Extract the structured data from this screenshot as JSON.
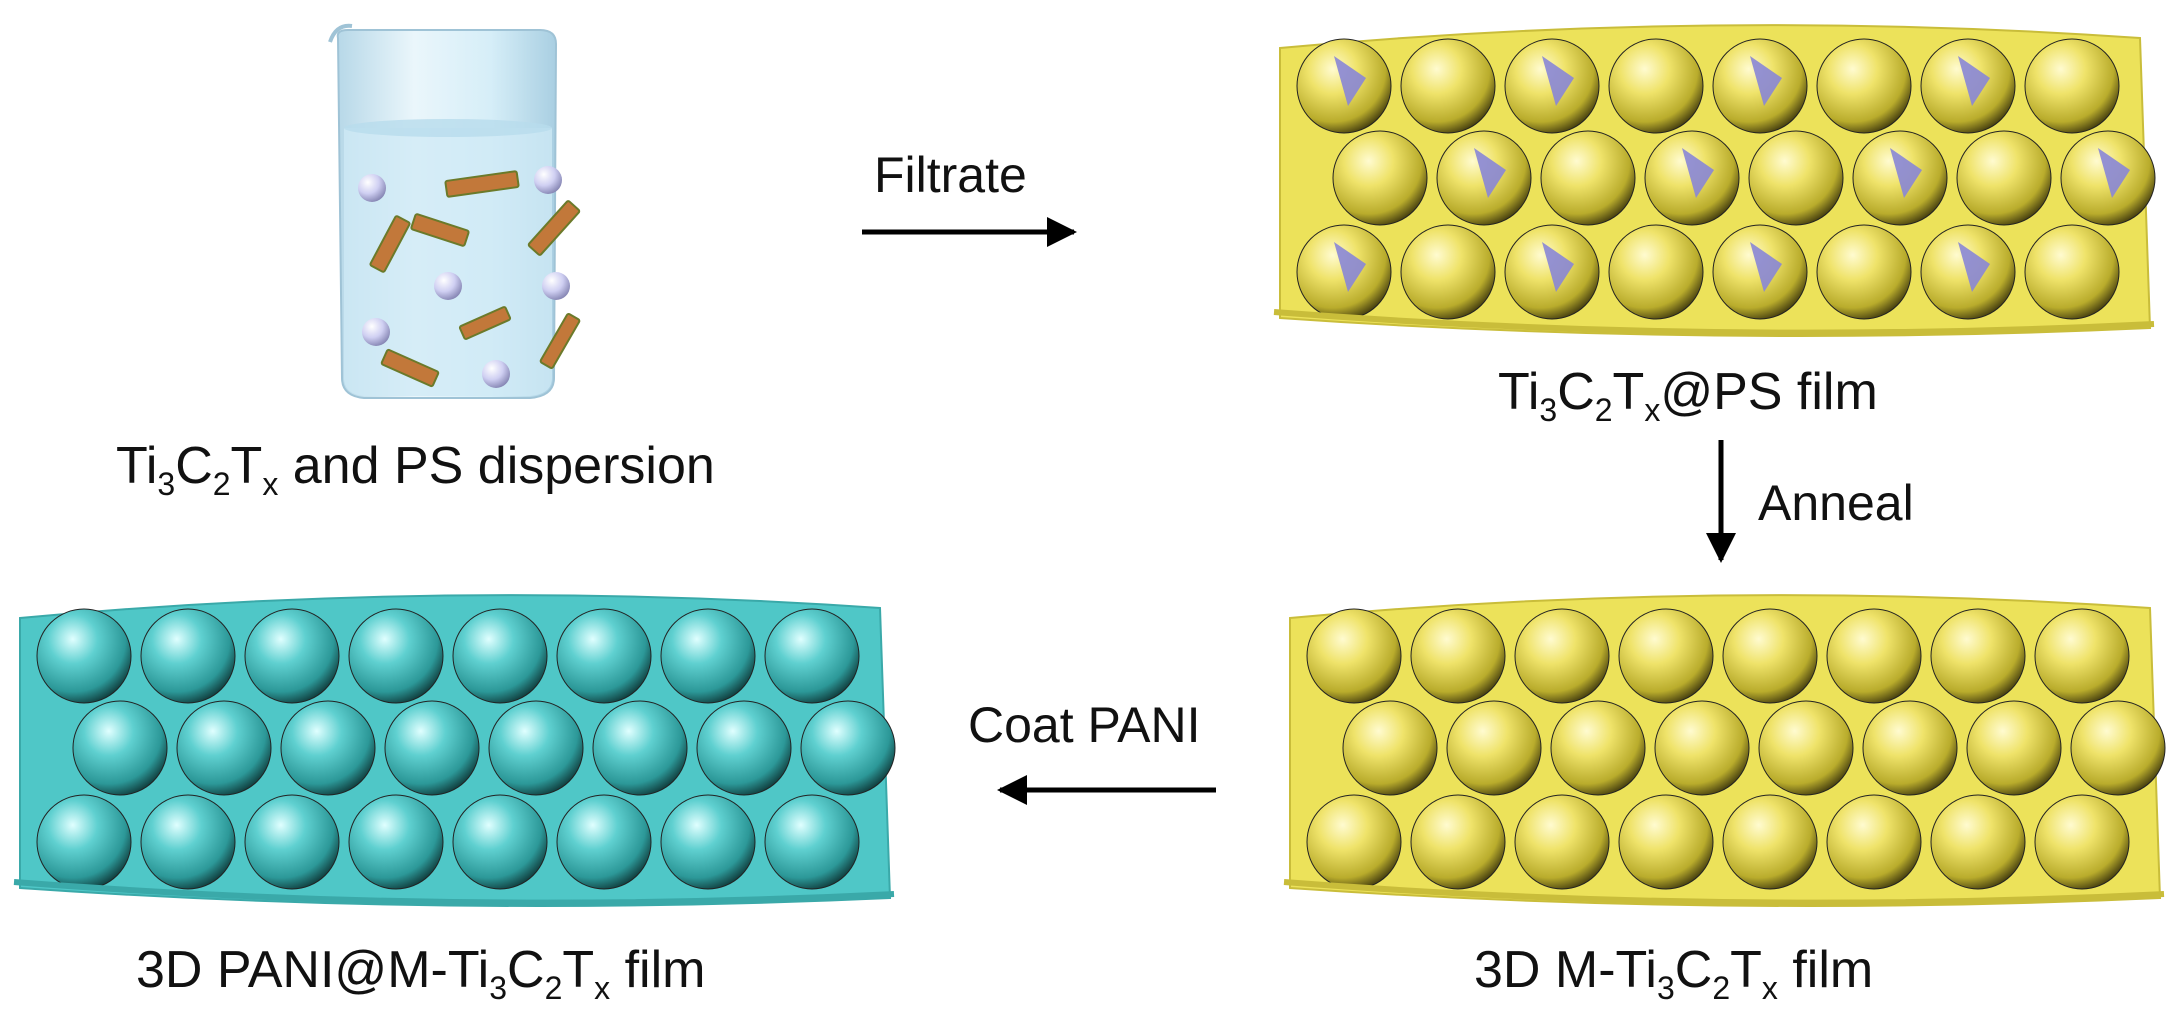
{
  "steps": {
    "filtrate": "Filtrate",
    "anneal": "Anneal",
    "coat": "Coat PANI"
  },
  "labels": {
    "dispersion": {
      "a": "Ti",
      "s1": "3",
      "b": "C",
      "s2": "2",
      "c": "T",
      "s3": "x",
      "d": " and PS dispersion"
    },
    "ps_film": {
      "a": "Ti",
      "s1": "3",
      "b": "C",
      "s2": "2",
      "c": "T",
      "s3": "x",
      "d": "@PS film"
    },
    "m_film": {
      "pre": "3D  M-Ti",
      "s1": "3",
      "b": "C",
      "s2": "2",
      "c": "T",
      "s3": "x",
      "d": " film"
    },
    "pani_film": {
      "pre": "3D PANI@M-Ti",
      "s1": "3",
      "b": "C",
      "s2": "2",
      "c": "T",
      "s3": "x",
      "d": " film"
    }
  },
  "colors": {
    "sphere_yellow": "#ece25a",
    "sphere_cyan": "#4fc7c7",
    "ps_patch": "#8886d6",
    "flake": "#c2783a",
    "bead": "#c9c9f0",
    "liquid": "#cfe9f5",
    "arrow": "#000000"
  }
}
